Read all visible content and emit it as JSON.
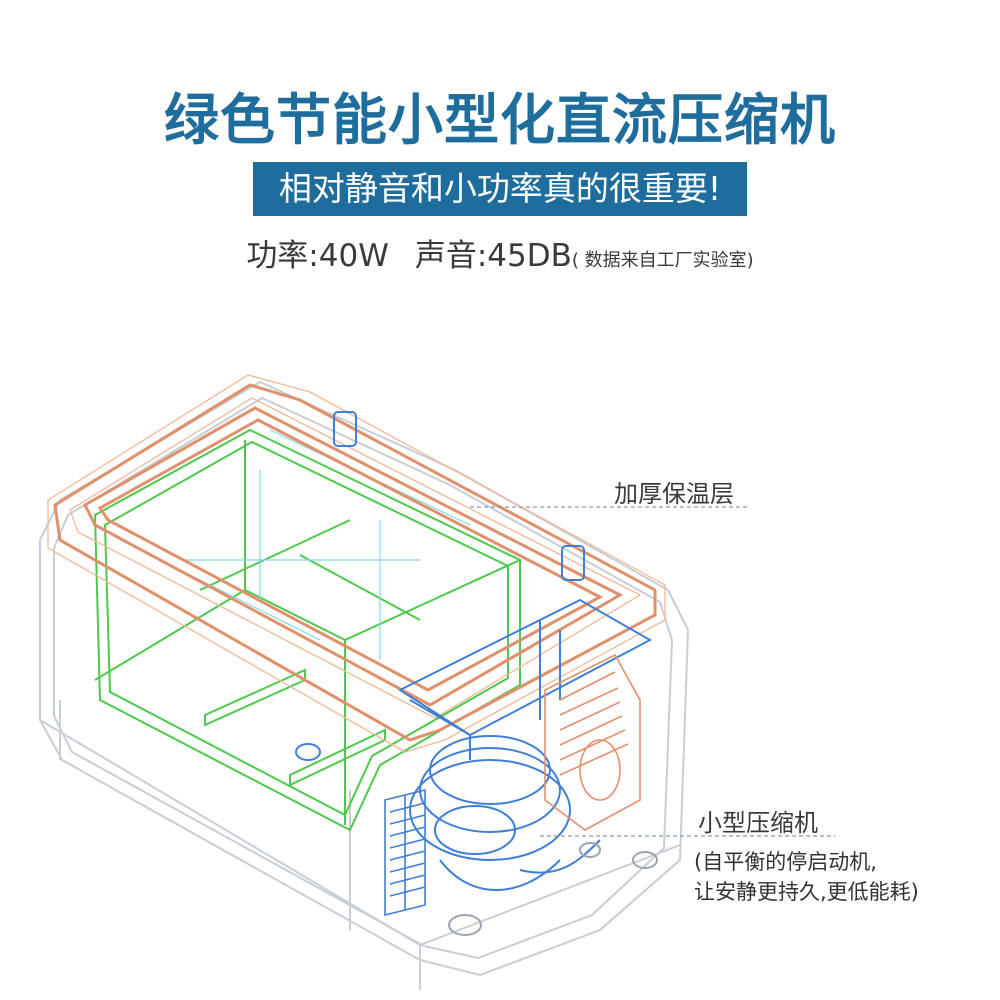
{
  "title": "绿色节能小型化直流压缩机",
  "banner": "相对静音和小功率真的很重要!",
  "specs": {
    "power": "功率:40W",
    "noise": "声音:45DB",
    "source_note": "( 数据来自工厂实验室)"
  },
  "callouts": {
    "insulation": "加厚保温层",
    "compressor": "小型压缩机",
    "compressor_note_line1": "(自平衡的停启动机,",
    "compressor_note_line2": " 让安静更持久,更低能耗)"
  },
  "colors": {
    "brand": "#1f6d9c",
    "seal": "#e0906a",
    "liner": "#4cc94c",
    "cooling": "#3f7fd6",
    "shell": "#c7ced6"
  },
  "icons": {
    "cooler": "wireframe-cooler-illustration"
  }
}
